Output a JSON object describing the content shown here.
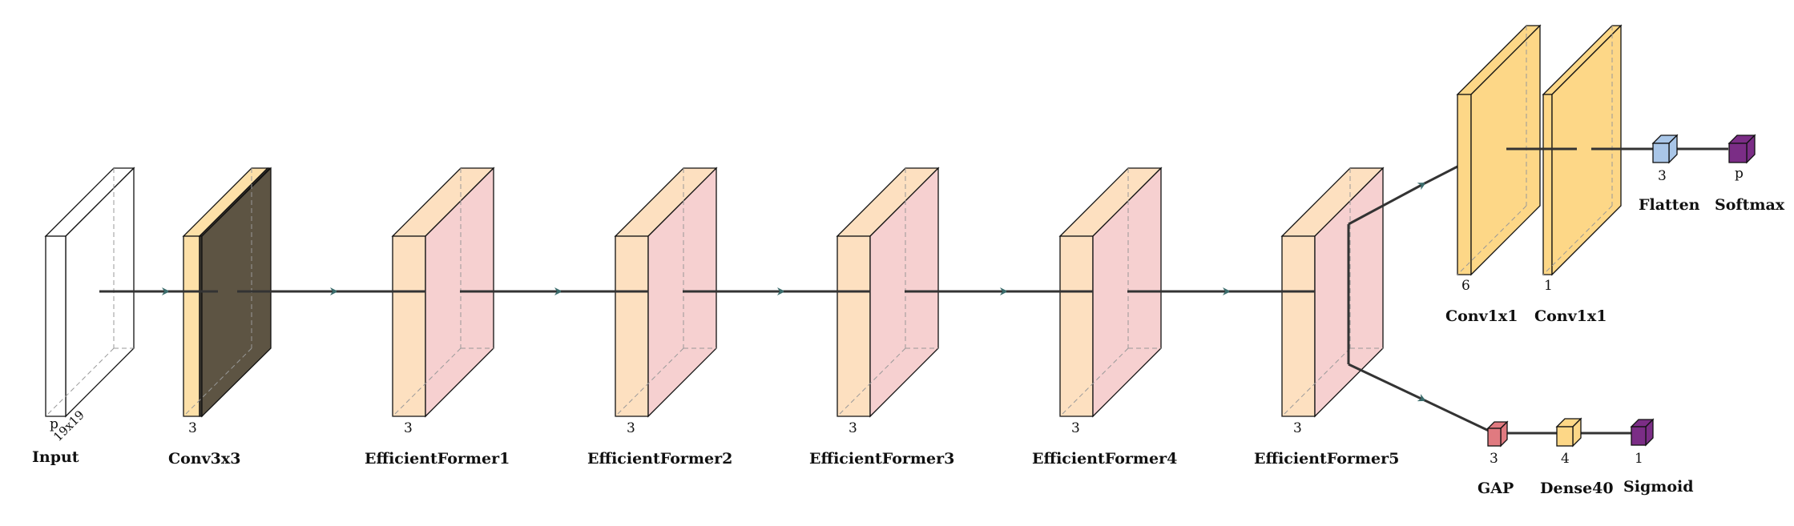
{
  "colors": {
    "input": "#ffffff",
    "conv_front": "#fde0a8",
    "conv_dark": "#5d5443",
    "ef_orange": "#fde0c0",
    "ef_pink": "#f6d0d0",
    "conv1x1": "#fdd787",
    "flatten": "#a9c6e8",
    "softmax": "#7b2d86",
    "gap": "#e07a80",
    "dense": "#fdd787",
    "sigmoid": "#7b2d86",
    "arrow": "#3a6b6b"
  },
  "layers": {
    "input": {
      "label": "Input",
      "depth": "p",
      "dims": "19x19"
    },
    "conv3x3": {
      "label": "Conv3x3",
      "depth": "3"
    },
    "ef1": {
      "label": "EfficientFormer1",
      "depth": "3"
    },
    "ef2": {
      "label": "EfficientFormer2",
      "depth": "3"
    },
    "ef3": {
      "label": "EfficientFormer3",
      "depth": "3"
    },
    "ef4": {
      "label": "EfficientFormer4",
      "depth": "3"
    },
    "ef5": {
      "label": "EfficientFormer5",
      "depth": "3"
    },
    "conv1x1_a": {
      "label": "Conv1x1",
      "depth": "6"
    },
    "conv1x1_b": {
      "label": "Conv1x1",
      "depth": "1"
    },
    "flatten": {
      "label": "Flatten",
      "depth": "3"
    },
    "softmax": {
      "label": "Softmax",
      "depth": "p"
    },
    "gap": {
      "label": "GAP",
      "depth": "3"
    },
    "dense40": {
      "label": "Dense40",
      "depth": "4"
    },
    "sigmoid": {
      "label": "Sigmoid",
      "depth": "1"
    }
  }
}
